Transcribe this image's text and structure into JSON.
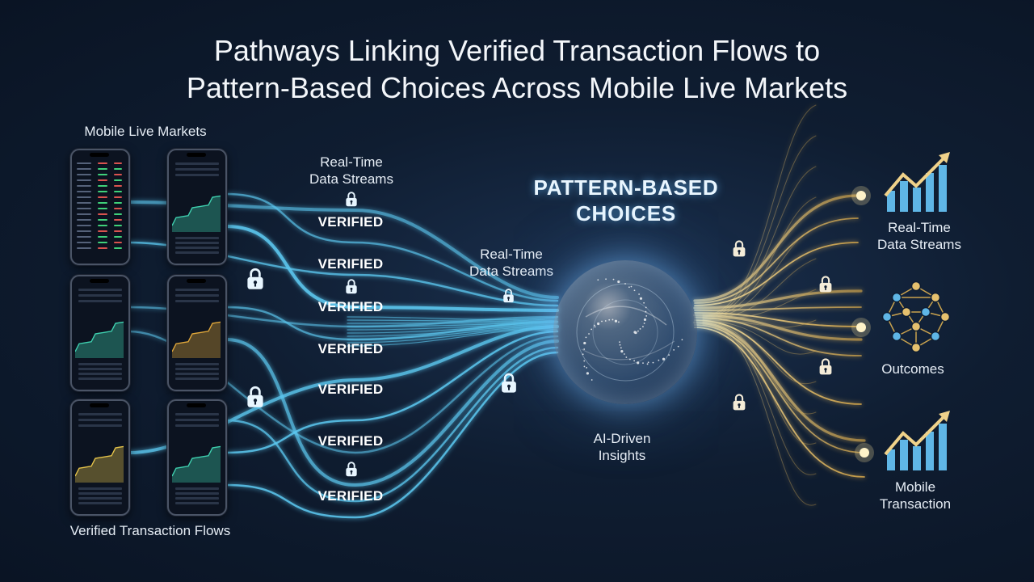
{
  "title": {
    "line1": "Pathways Linking Verified Transaction Flows to",
    "line2": "Pattern-Based Choices Across Mobile Live Markets"
  },
  "labels": {
    "mobile_live_markets": "Mobile Live Markets",
    "verified_transaction_flows": "Verified Transaction Flows",
    "realtime_top_1": "Real-Time",
    "realtime_top_2": "Data Streams",
    "realtime_mid_1": "Real-Time",
    "realtime_mid_2": "Data Streams",
    "pattern_based_1": "PATTERN-BASED",
    "pattern_based_2": "CHOICES",
    "ai_driven_1": "AI-Driven",
    "ai_driven_2": "Insights",
    "right_realtime_1": "Real-Time",
    "right_realtime_2": "Data Streams",
    "outcomes": "Outcomes",
    "mobile_transaction_1": "Mobile",
    "mobile_transaction_2": "Transaction"
  },
  "verified_badges": [
    "VERIFIED",
    "VERIFIED",
    "VERIFIED",
    "VERIFIED",
    "VERIFIED",
    "VERIFIED",
    "VERIFIED"
  ],
  "colors": {
    "background": "#0f1d31",
    "flow_blue": "#5cc8f0",
    "flow_gold": "#f5d27a",
    "orb_glow": "#8fc6ff"
  },
  "icons": {
    "lock": "lock-icon",
    "growth": "growth-chart-icon",
    "network": "network-icon",
    "orb": "ai-sphere-icon"
  }
}
